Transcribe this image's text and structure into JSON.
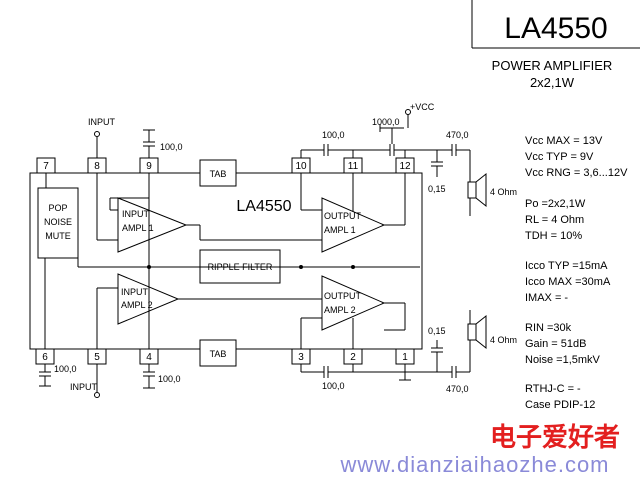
{
  "header": {
    "part_number": "LA4550",
    "subtitle_line1": "POWER AMPLIFIER",
    "subtitle_line2": "2x2,1W"
  },
  "ic": {
    "label": "LA4550",
    "pop_noise_mute": [
      "POP",
      "NOISE",
      "MUTE"
    ],
    "input_ampl_1": [
      "INPUT",
      "AMPL 1"
    ],
    "input_ampl_2": [
      "INPUT",
      "AMPL 2"
    ],
    "output_ampl_1": [
      "OUTPUT",
      "AMPL 1"
    ],
    "output_ampl_2": [
      "OUTPUT",
      "AMPL 2"
    ],
    "ripple_filter": "RIPPLE FILTER",
    "tab_top": "TAB",
    "tab_bottom": "TAB",
    "pins_top": [
      "7",
      "8",
      "9",
      "10",
      "11",
      "12"
    ],
    "pins_bottom": [
      "6",
      "5",
      "4",
      "3",
      "2",
      "1"
    ]
  },
  "external": {
    "input_top": "INPUT",
    "input_bottom": "INPUT",
    "vcc": "+VCC",
    "cap_100_top_pin9": "100,0",
    "cap_100_top_pin10": "100,0",
    "cap_1000": "1000,0",
    "cap_470_top": "470,0",
    "cap_015_top": "0,15",
    "cap_100_bottom_pin6": "100,0",
    "cap_100_bottom_pin4": "100,0",
    "cap_100_bottom_pin3": "100,0",
    "cap_470_bottom": "470,0",
    "cap_015_bottom": "0,15",
    "speaker_top": "4 Ohm",
    "speaker_bottom": "4 Ohm"
  },
  "specs": [
    "Vcc MAX = 13V",
    "Vcc TYP = 9V",
    "Vcc RNG = 3,6...12V",
    "",
    "Po  =2x2,1W",
    "RL  = 4 Ohm",
    "TDH = 10%",
    "",
    "Icco TYP =15mA",
    "Icco MAX =30mA",
    "IMAX =  -",
    "",
    "RIN   =30k",
    "Gain  = 51dB",
    "Noise =1,5mkV",
    "",
    "RTHJ-C = -",
    "Case  PDIP-12"
  ],
  "watermark": {
    "chinese": "电子爱好者",
    "url": "www.dianziaihaozhe.com"
  }
}
